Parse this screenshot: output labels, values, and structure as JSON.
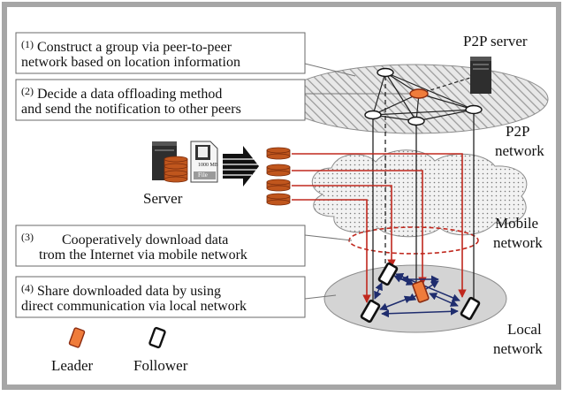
{
  "steps": [
    {
      "num": "(1)",
      "line1": "Construct a group via peer-to-peer",
      "line2": "network based on location information"
    },
    {
      "num": "(2)",
      "line1": "Decide a data offloading method",
      "line2": "and send the notification to other peers"
    },
    {
      "num": "(3)",
      "line1": "Cooperatively download data",
      "line2": "trom the Internet via mobile network"
    },
    {
      "num": "(4)",
      "line1": "Share downloaded data by using",
      "line2": "direct communication via local network"
    }
  ],
  "labels": {
    "p2p_server": "P2P server",
    "p2p_network_1": "P2P",
    "p2p_network_2": "network",
    "server": "Server",
    "mobile_network_1": "Mobile",
    "mobile_network_2": "network",
    "local_network_1": "Local",
    "local_network_2": "network",
    "file_size": "1000 MB",
    "file": "File"
  },
  "legend": {
    "leader": "Leader",
    "follower": "Follower"
  },
  "colors": {
    "frame": "#a6a6a6",
    "red_line": "#c0281e",
    "leader": "#ef7c3b",
    "dark_blue": "#1f2d6e"
  }
}
